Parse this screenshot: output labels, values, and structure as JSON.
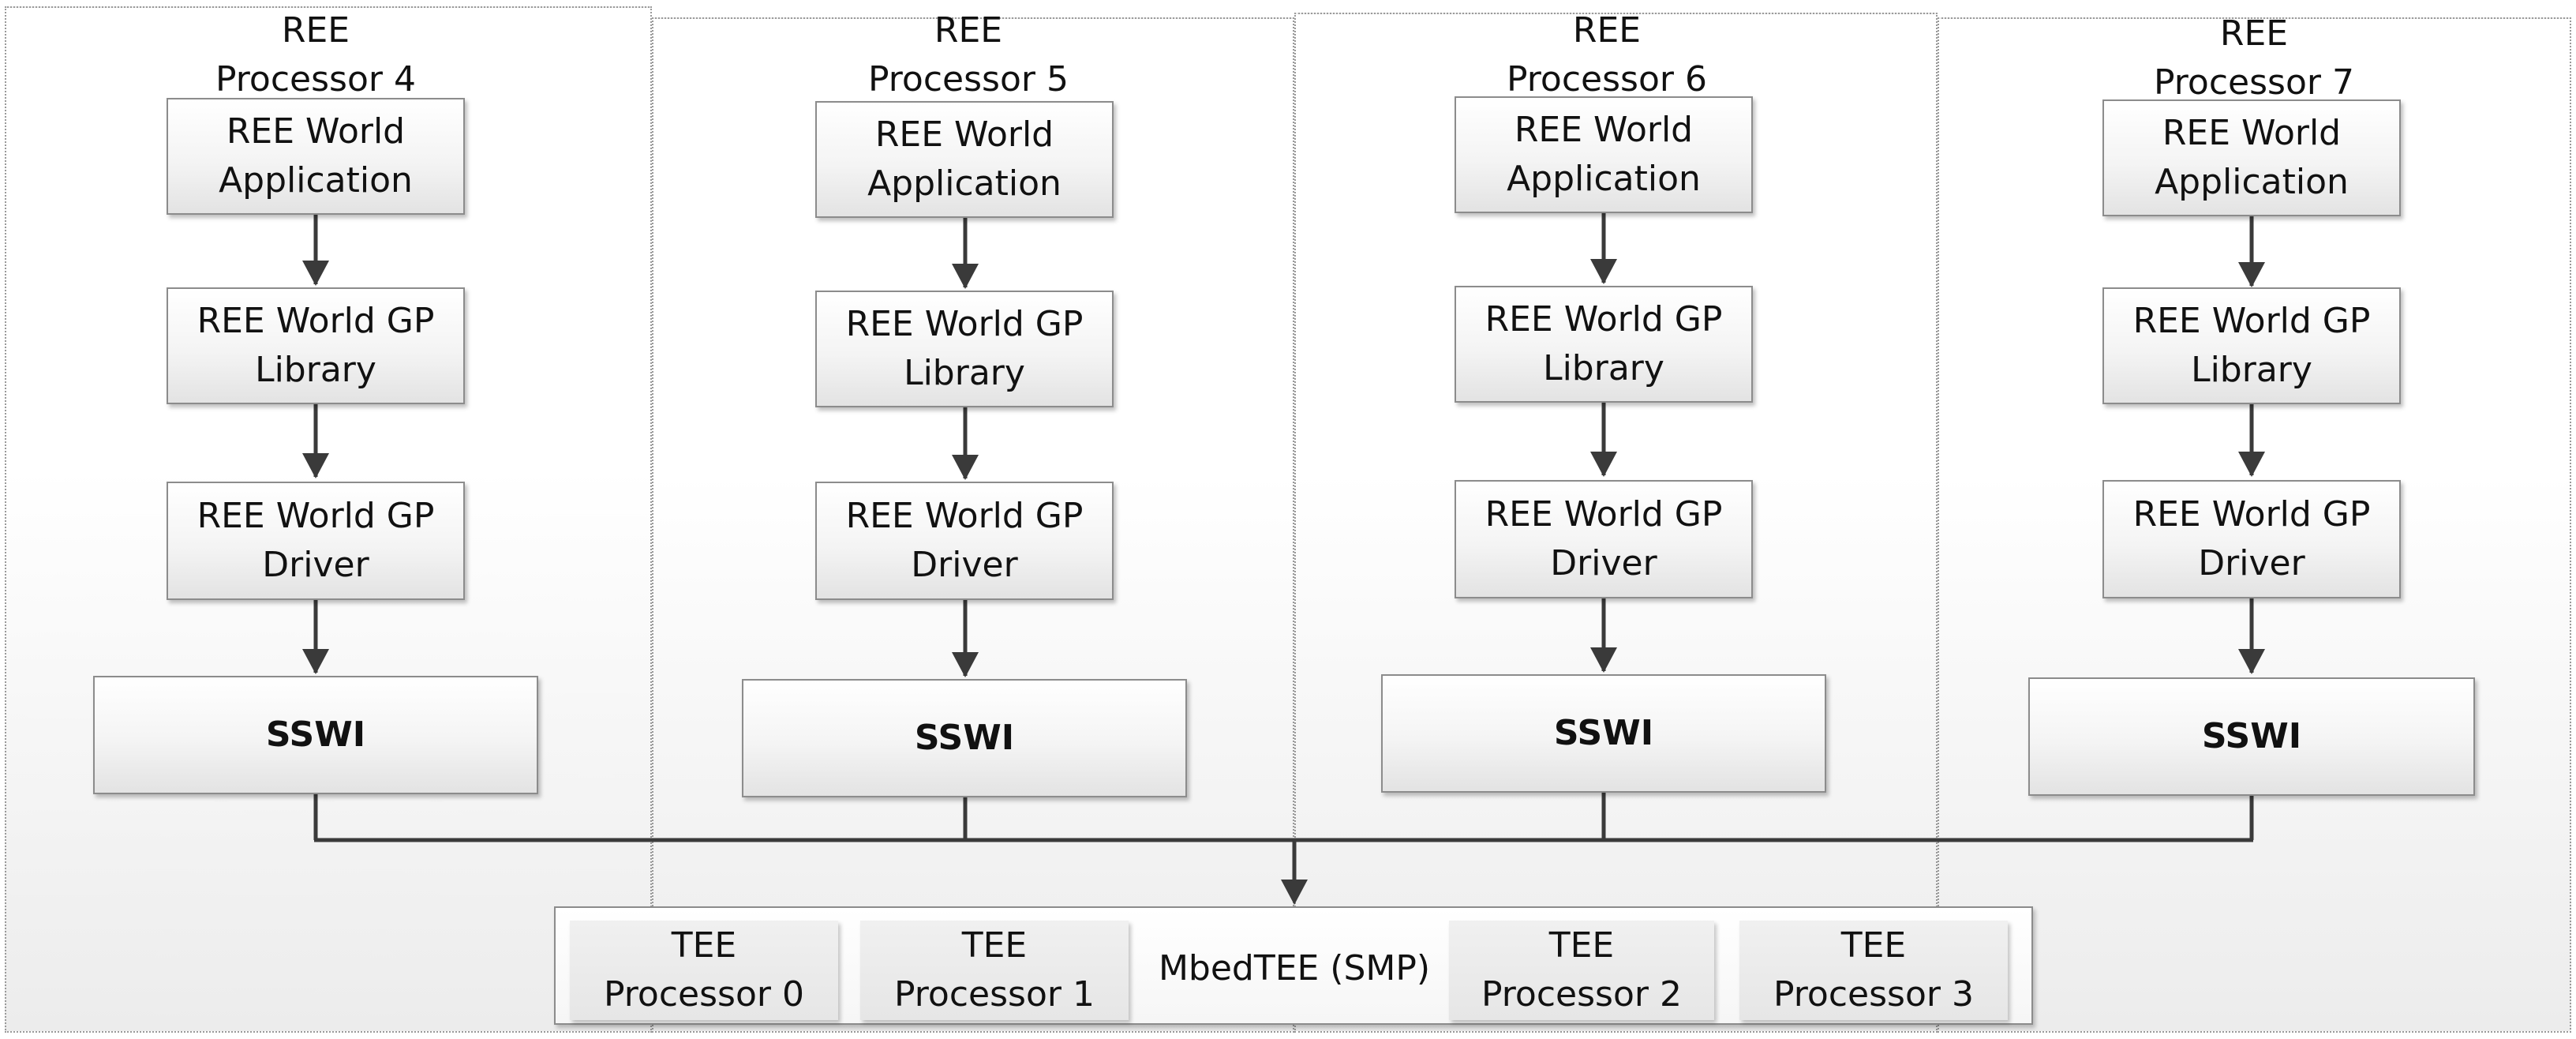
{
  "columns": [
    {
      "header_line1": "REE",
      "header_line2": "Processor 4",
      "app_line1": "REE World",
      "app_line2": "Application",
      "lib_line1": "REE World GP",
      "lib_line2": "Library",
      "drv_line1": "REE World GP",
      "drv_line2": "Driver",
      "sswi": "SSWI"
    },
    {
      "header_line1": "REE",
      "header_line2": "Processor 5",
      "app_line1": "REE World",
      "app_line2": "Application",
      "lib_line1": "REE World GP",
      "lib_line2": "Library",
      "drv_line1": "REE World GP",
      "drv_line2": "Driver",
      "sswi": "SSWI"
    },
    {
      "header_line1": "REE",
      "header_line2": "Processor 6",
      "app_line1": "REE World",
      "app_line2": "Application",
      "lib_line1": "REE World GP",
      "lib_line2": "Library",
      "drv_line1": "REE World GP",
      "drv_line2": "Driver",
      "sswi": "SSWI"
    },
    {
      "header_line1": "REE",
      "header_line2": "Processor 7",
      "app_line1": "REE World",
      "app_line2": "Application",
      "lib_line1": "REE World GP",
      "lib_line2": "Library",
      "drv_line1": "REE World GP",
      "drv_line2": "Driver",
      "sswi": "SSWI"
    }
  ],
  "tee": {
    "title": "MbedTEE (SMP)",
    "processors": [
      {
        "line1": "TEE",
        "line2": "Processor 0"
      },
      {
        "line1": "TEE",
        "line2": "Processor 1"
      },
      {
        "line1": "TEE",
        "line2": "Processor 2"
      },
      {
        "line1": "TEE",
        "line2": "Processor 3"
      }
    ]
  },
  "colors": {
    "line": "#3a3a3a",
    "box_border": "#8c8c8c",
    "panel_border": "#9a9a9a"
  }
}
